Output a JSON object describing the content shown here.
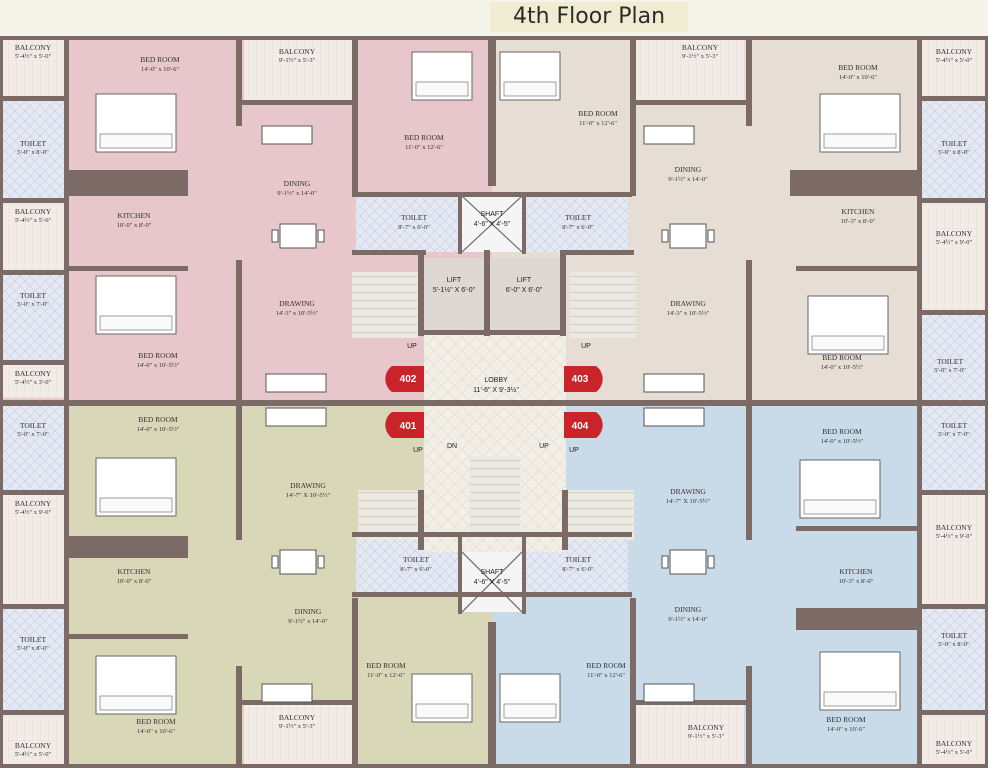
{
  "title": "4th Floor Plan",
  "colors": {
    "unit_401": "#d8d7b8",
    "unit_402": "#e7c7cb",
    "unit_403": "#e6ddd5",
    "unit_404": "#c9dbe8",
    "lobby": "#f1efe6",
    "wall": "#7b6a66",
    "balcony": "#f3ece6",
    "toilet": "#e4e8f2",
    "unit_badge": "#c8242a"
  },
  "units": [
    {
      "number": "401"
    },
    {
      "number": "402"
    },
    {
      "number": "403"
    },
    {
      "number": "404"
    }
  ],
  "core": {
    "lobby": {
      "name": "LOBBY",
      "dim": "11'-6\" X 9'-3½\""
    },
    "lift_left": {
      "name": "LIFT",
      "dim": "5'-1½\" X 6'-0\""
    },
    "lift_right": {
      "name": "LIFT",
      "dim": "6'-0\" X 6'-0\""
    },
    "shaft_top": {
      "name": "SHAFT",
      "dim": "4'-6\" X 4'-5\""
    },
    "shaft_bottom": {
      "name": "SHAFT",
      "dim": "4'-6\" X 4'-5\""
    },
    "stair_labels": {
      "up": "UP",
      "dn": "DN"
    }
  },
  "rooms": [
    {
      "name": "BALCONY",
      "dim": "5'-4½\" x 5'-0\""
    },
    {
      "name": "BED ROOM",
      "dim": "14'-0\" x 10'-6\""
    },
    {
      "name": "BALCONY",
      "dim": "9'-1½\" x 5'-3\""
    },
    {
      "name": "TOILET",
      "dim": "5'-0\" x 8'-0\""
    },
    {
      "name": "DINING",
      "dim": "9'-1½\" x 14'-0\""
    },
    {
      "name": "BED ROOM",
      "dim": "11'-0\" x 12'-6\""
    },
    {
      "name": "BALCONY",
      "dim": "5'-4½\" x 5'-6\""
    },
    {
      "name": "KITCHEN",
      "dim": "10'-0\" x 8'-0\""
    },
    {
      "name": "TOILET",
      "dim": "8'-7\" x 6'-0\""
    },
    {
      "name": "TOILET",
      "dim": "5'-0\" x 7'-0\""
    },
    {
      "name": "DRAWING",
      "dim": "14'-3\" x 10'-5½\""
    },
    {
      "name": "BED ROOM",
      "dim": "14'-0\" x 10'-5½\""
    },
    {
      "name": "BALCONY",
      "dim": "5'-4½\" x 3'-0\""
    },
    {
      "name": "BED ROOM",
      "dim": "11'-0\" x 12'-6\""
    },
    {
      "name": "BALCONY",
      "dim": "9'-1½\" x 5'-3\""
    },
    {
      "name": "BALCONY",
      "dim": "5'-4½\" x 5'-0\""
    },
    {
      "name": "BED ROOM",
      "dim": "14'-0\" x 10'-6\""
    },
    {
      "name": "DINING",
      "dim": "9'-1½\" x 14'-0\""
    },
    {
      "name": "TOILET",
      "dim": "5'-0\" x 8'-0\""
    },
    {
      "name": "TOILET",
      "dim": "8'-7\" x 6'-0\""
    },
    {
      "name": "KITCHEN",
      "dim": "10'-3\" x 8'-0\""
    },
    {
      "name": "BALCONY",
      "dim": "5'-4½\" x 9'-0\""
    },
    {
      "name": "DRAWING",
      "dim": "14'-3\" x 10'-5½\""
    },
    {
      "name": "BED ROOM",
      "dim": "14'-0\" x 10'-5½\""
    },
    {
      "name": "TOILET",
      "dim": "5'-0\" x 7'-0\""
    },
    {
      "name": "BED ROOM",
      "dim": "14'-0\" x 10'-5½\""
    },
    {
      "name": "TOILET",
      "dim": "5'-0\" x 7'-0\""
    },
    {
      "name": "BALCONY",
      "dim": "5'-4½\" x 9'-0\""
    },
    {
      "name": "DRAWING",
      "dim": "14'-7\" X 10'-5½\""
    },
    {
      "name": "KITCHEN",
      "dim": "10'-0\" x 8'-0\""
    },
    {
      "name": "TOILET",
      "dim": "8'-7\" x 6'-0\""
    },
    {
      "name": "DINING",
      "dim": "9'-1½\" x 14'-0\""
    },
    {
      "name": "TOILET",
      "dim": "5'-0\" x 8'-0\""
    },
    {
      "name": "BED ROOM",
      "dim": "11'-0\" x 12'-6\""
    },
    {
      "name": "BED ROOM",
      "dim": "14'-0\" x 10'-6\""
    },
    {
      "name": "BALCONY",
      "dim": "9'-1½\" x 5'-3\""
    },
    {
      "name": "BALCONY",
      "dim": "5'-4½\" x 5'-0\""
    },
    {
      "name": "BED ROOM",
      "dim": "14'-0\" x 10'-5½\""
    },
    {
      "name": "TOILET",
      "dim": "5'-0\" x 7'-0\""
    },
    {
      "name": "DRAWING",
      "dim": "14'-7\" X 10'-5½\""
    },
    {
      "name": "BALCONY",
      "dim": "5'-4½\" x 9'-0\""
    },
    {
      "name": "KITCHEN",
      "dim": "10'-3\" x 8'-0\""
    },
    {
      "name": "TOILET",
      "dim": "8'-7\" x 6'-0\""
    },
    {
      "name": "DINING",
      "dim": "9'-1½\" x 14'-0\""
    },
    {
      "name": "TOILET",
      "dim": "5'-0\" x 8'-0\""
    },
    {
      "name": "BED ROOM",
      "dim": "11'-0\" x 12'-6\""
    },
    {
      "name": "BED ROOM",
      "dim": "14'-0\" x 10'-6\""
    },
    {
      "name": "BALCONY",
      "dim": "9'-1½\" x 5'-3\""
    },
    {
      "name": "BALCONY",
      "dim": "5'-4½\" x 5'-0\""
    }
  ]
}
